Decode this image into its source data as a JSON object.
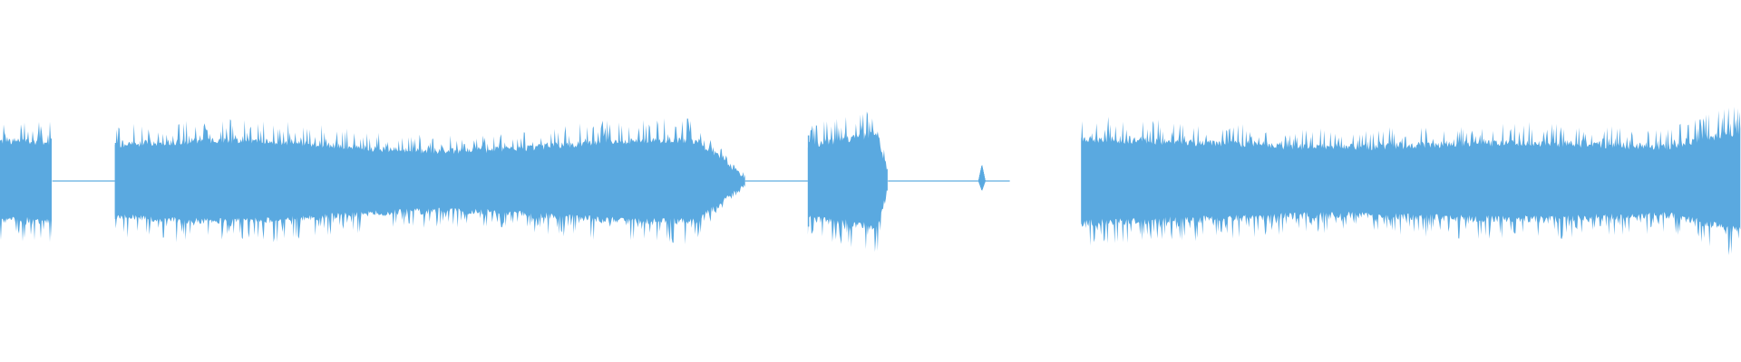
{
  "waveform": {
    "color": "#5aa9e0",
    "background": "#ffffff",
    "regions": [
      {
        "kind": "sound",
        "start": 0.0,
        "end": 0.03,
        "level": 0.32,
        "env": "flat"
      },
      {
        "kind": "silence",
        "start": 0.03,
        "end": 0.066,
        "level": 0.004
      },
      {
        "kind": "sound",
        "start": 0.066,
        "end": 0.428,
        "level": 0.3,
        "env": "taper-end"
      },
      {
        "kind": "silence",
        "start": 0.428,
        "end": 0.464,
        "level": 0.004
      },
      {
        "kind": "sound",
        "start": 0.464,
        "end": 0.51,
        "level": 0.36,
        "env": "swell"
      },
      {
        "kind": "silence",
        "start": 0.51,
        "end": 0.58,
        "level": 0.004
      },
      {
        "kind": "blip",
        "start": 0.562,
        "end": 0.566,
        "level": 0.09
      },
      {
        "kind": "empty",
        "start": 0.58,
        "end": 0.621,
        "level": 0.0
      },
      {
        "kind": "sound",
        "start": 0.621,
        "end": 1.0,
        "level": 0.34,
        "env": "dip-rise"
      }
    ]
  }
}
